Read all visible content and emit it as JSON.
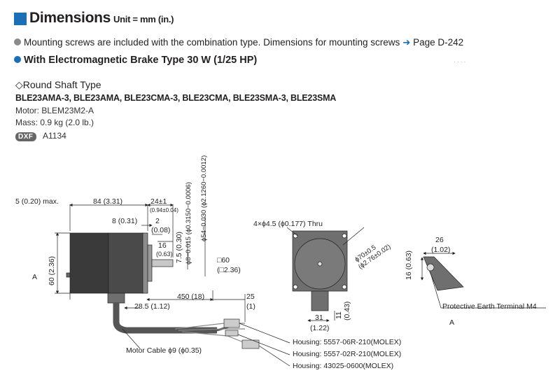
{
  "header": {
    "title": "Dimensions",
    "unit": "Unit = mm (in.)",
    "note_prefix": "Mounting screws are included with the combination type. Dimensions for mounting screws",
    "note_arrow": "➜",
    "note_page": "Page D-242",
    "subtitle": "With Electromagnetic Brake Type 30 W (1/25 HP)",
    "corner_mark": "· · · ·"
  },
  "product": {
    "shaft_type": "◇Round Shaft Type",
    "models": "BLE23AMA-3, BLE23AMA, BLE23CMA-3, BLE23CMA, BLE23SMA-3, BLE23SMA",
    "motor": "Motor: BLEM23M2-A",
    "mass": "Mass: 0.9 kg (2.0 lb.)",
    "dxf_badge": "DXF",
    "dxf_code": "A1134"
  },
  "dimensions": {
    "max_len": "5 (0.20) max.",
    "body_len": "84 (3.31)",
    "shaft_len": "24±1",
    "shaft_len_in": "(0.94±0.04)",
    "key_len": "8 (0.31)",
    "two": "2",
    "two_in": "(0.08)",
    "sixteen": "16",
    "sixteen_in": "(0.63)",
    "seven5": "7.5 (0.30)",
    "phi8": "ϕ8−0.015 (ϕ0.3150−0.0006)",
    "phi54": "ϕ54−0.030 (ϕ2.1260−0.0012)",
    "sixty_h": "60 (2.36)",
    "sixty_sq": "□60",
    "sixty_sq_in": "(□2.36)",
    "cable_len": "450 (18)",
    "twenty_five": "25",
    "twenty_five_in": "(1)",
    "twenty85": "28.5 (1.12)",
    "label_a": "A",
    "label_a2": "A",
    "motor_cable": "Motor Cable ϕ9 (ϕ0.35)",
    "thru": "4×ϕ4.5 (ϕ0.177) Thru",
    "phi70": "ϕ70±0.5",
    "phi70_in": "(ϕ2.76±0.02)",
    "thirty_one": "31",
    "thirty_one_in": "(1.22)",
    "eleven": "11",
    "eleven_in": "(0.43)",
    "twenty_six": "26",
    "twenty_six_in": "(1.02)",
    "sixteen_r": "16 (0.63)",
    "pe_terminal": "Protective Earth Terminal M4"
  },
  "housings": [
    "Housing: 5557-06R-210(MOLEX)",
    "Housing: 5557-02R-210(MOLEX)",
    "Housing: 43025-0600(MOLEX)"
  ],
  "colors": {
    "accent": "#1a6fb5",
    "motor_dark": "#3a3a3a",
    "motor_mid": "#8c8c8c",
    "face": "#6f6f6f"
  }
}
